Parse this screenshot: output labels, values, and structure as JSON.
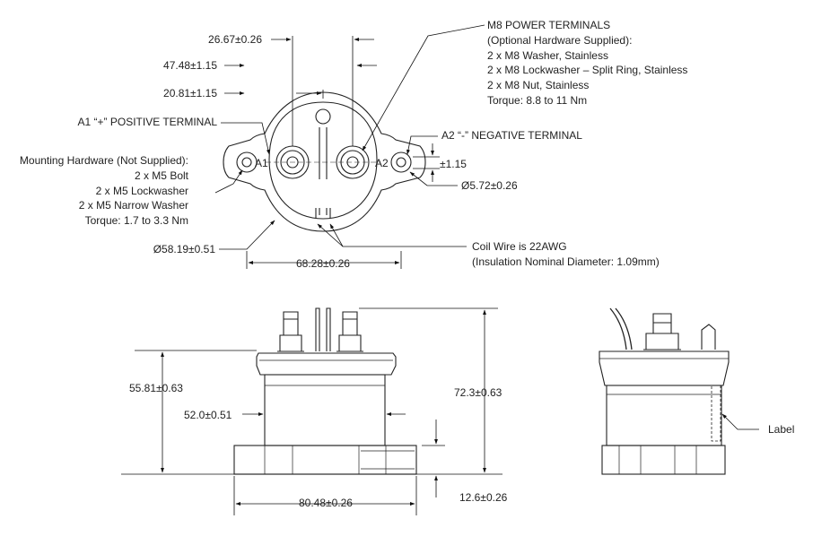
{
  "top_view": {
    "dimensions": {
      "terminal_pitch": "26.67±0.26",
      "overall_width": "47.48±1.15",
      "center_offset": "20.81±1.15",
      "flange_offset": "±1.15",
      "hole_diameter": "Ø5.72±0.26",
      "body_diameter": "Ø58.19±0.51",
      "mount_spacing": "68.28±0.26"
    },
    "terminal_labels": {
      "a1": "A1",
      "a2": "A2"
    },
    "callouts": {
      "positive_terminal": "A1 “+” POSITIVE TERMINAL",
      "negative_terminal": "A2 “-” NEGATIVE TERMINAL",
      "power_terminals": [
        "M8 POWER TERMINALS",
        "(Optional Hardware Supplied):",
        "2 x M8 Washer, Stainless",
        "2 x M8 Lockwasher – Split Ring, Stainless",
        "2 x M8 Nut, Stainless",
        "Torque:  8.8 to 11 Nm"
      ],
      "mounting_hardware": [
        "Mounting Hardware (Not Supplied):",
        "2 x M5 Bolt",
        "2 x M5 Lockwasher",
        "2 x M5 Narrow Washer",
        "Torque:  1.7 to 3.3 Nm"
      ],
      "coil_wire": [
        "Coil Wire is 22AWG",
        "(Insulation Nominal Diameter:  1.09mm)"
      ]
    }
  },
  "side_view": {
    "dimensions": {
      "height_to_flange": "55.81±0.63",
      "body_width": "52.0±0.51",
      "base_width": "80.48±0.26",
      "overall_height": "72.3±0.63",
      "base_height": "12.6±0.26"
    }
  },
  "end_view": {
    "label_callout": "Label"
  }
}
